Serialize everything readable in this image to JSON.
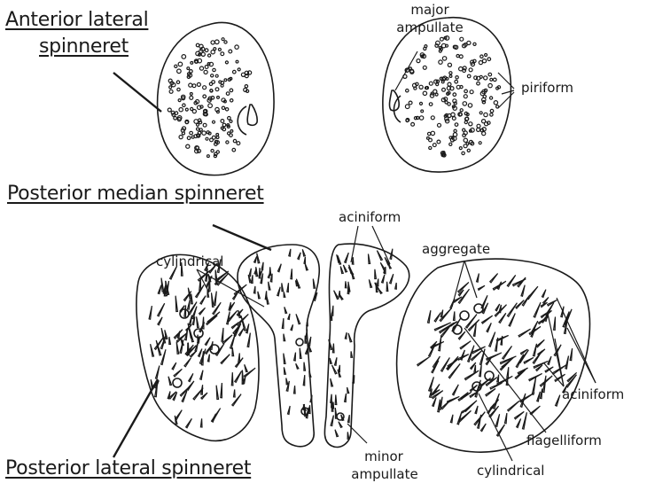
{
  "headings": {
    "anterior_line1": "Anterior lateral",
    "anterior_line2": "spinneret",
    "posterior_median": "Posterior median  spinneret",
    "posterior_lateral": "Posterior lateral spinneret"
  },
  "labels": {
    "major_line1": "major",
    "major_line2": "ampullate",
    "piriform": "piriform",
    "aciniform_top": "aciniform",
    "aggregate": "aggregate",
    "cylindrical_left": "cylindrical",
    "aciniform_right": "aciniform",
    "flagelliform": "flagelliform",
    "minor_line1": "minor",
    "minor_line2": "ampullate",
    "cylindrical_bottom": "cylindrical"
  },
  "colors": {
    "ink": "#1a1a1a",
    "background": "#ffffff"
  }
}
